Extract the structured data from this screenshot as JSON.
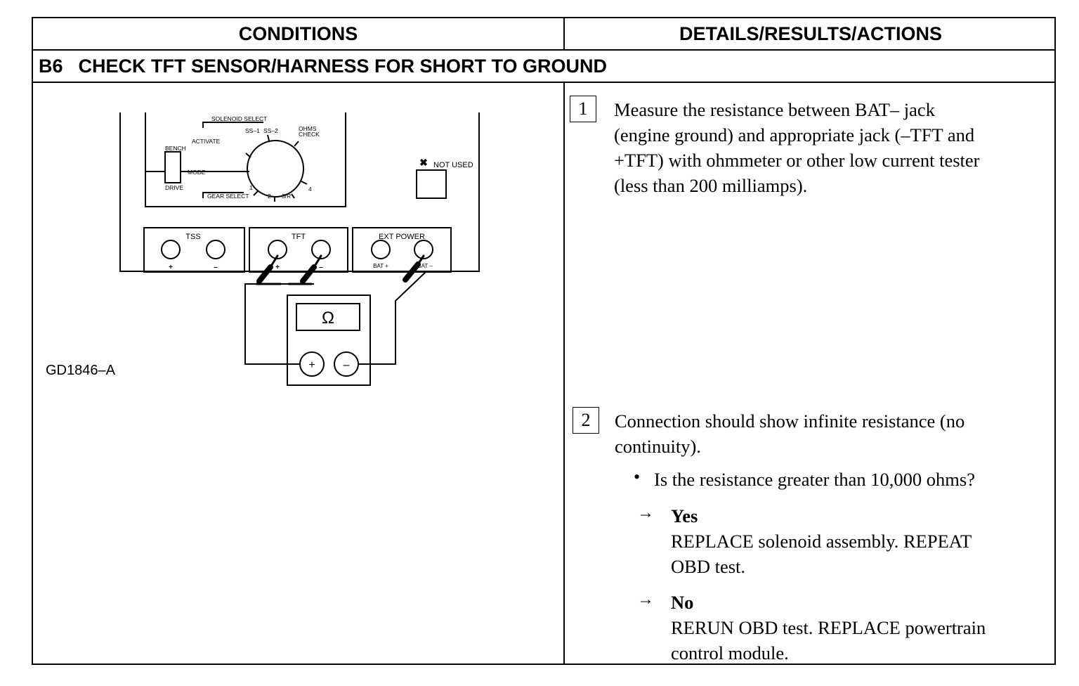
{
  "header": {
    "conditions": "CONDITIONS",
    "details": "DETAILS/RESULTS/ACTIONS"
  },
  "step": {
    "number": "B6",
    "title": "CHECK TFT SENSOR/HARNESS FOR SHORT TO GROUND"
  },
  "figure": {
    "id": "GD1846–A",
    "labels": {
      "activate": "ACTIVATE",
      "solenoid_select": "SOLENOID SELECT",
      "ss1": "SS–1",
      "ss2": "SS–2",
      "ohms_check": "OHMS",
      "ohms_check2": "CHECK",
      "bench": "BENCH",
      "mode": "MODE",
      "drive": "DRIVE",
      "gear_select": "GEAR SELECT",
      "g1": "1",
      "g2": "2",
      "g3": "3/R",
      "g4": "4",
      "not_used": "NOT USED",
      "tss": "TSS",
      "tft": "TFT",
      "ext_power": "EXT POWER",
      "plus": "+",
      "minus": "–",
      "bat_plus": "BAT +",
      "bat_minus": "BAT –",
      "ohm": "Ω",
      "meter_plus": "+",
      "meter_minus": "–"
    }
  },
  "details": {
    "step1": {
      "num": "1",
      "lines": [
        "Measure the resistance between BAT– jack",
        "(engine ground) and appropriate jack (–TFT and",
        "+TFT) with ohmmeter or other low current tester",
        "(less than 200 milliamps)."
      ]
    },
    "step2": {
      "num": "2",
      "lines": [
        "Connection should show infinite resistance (no",
        "continuity)."
      ],
      "bullet": "Is the resistance greater than 10,000 ohms?",
      "yes": {
        "label": "Yes",
        "lines": [
          "REPLACE solenoid assembly. REPEAT",
          "OBD test."
        ]
      },
      "no": {
        "label": "No",
        "lines": [
          "RERUN OBD test. REPLACE powertrain",
          "control module."
        ]
      }
    }
  }
}
